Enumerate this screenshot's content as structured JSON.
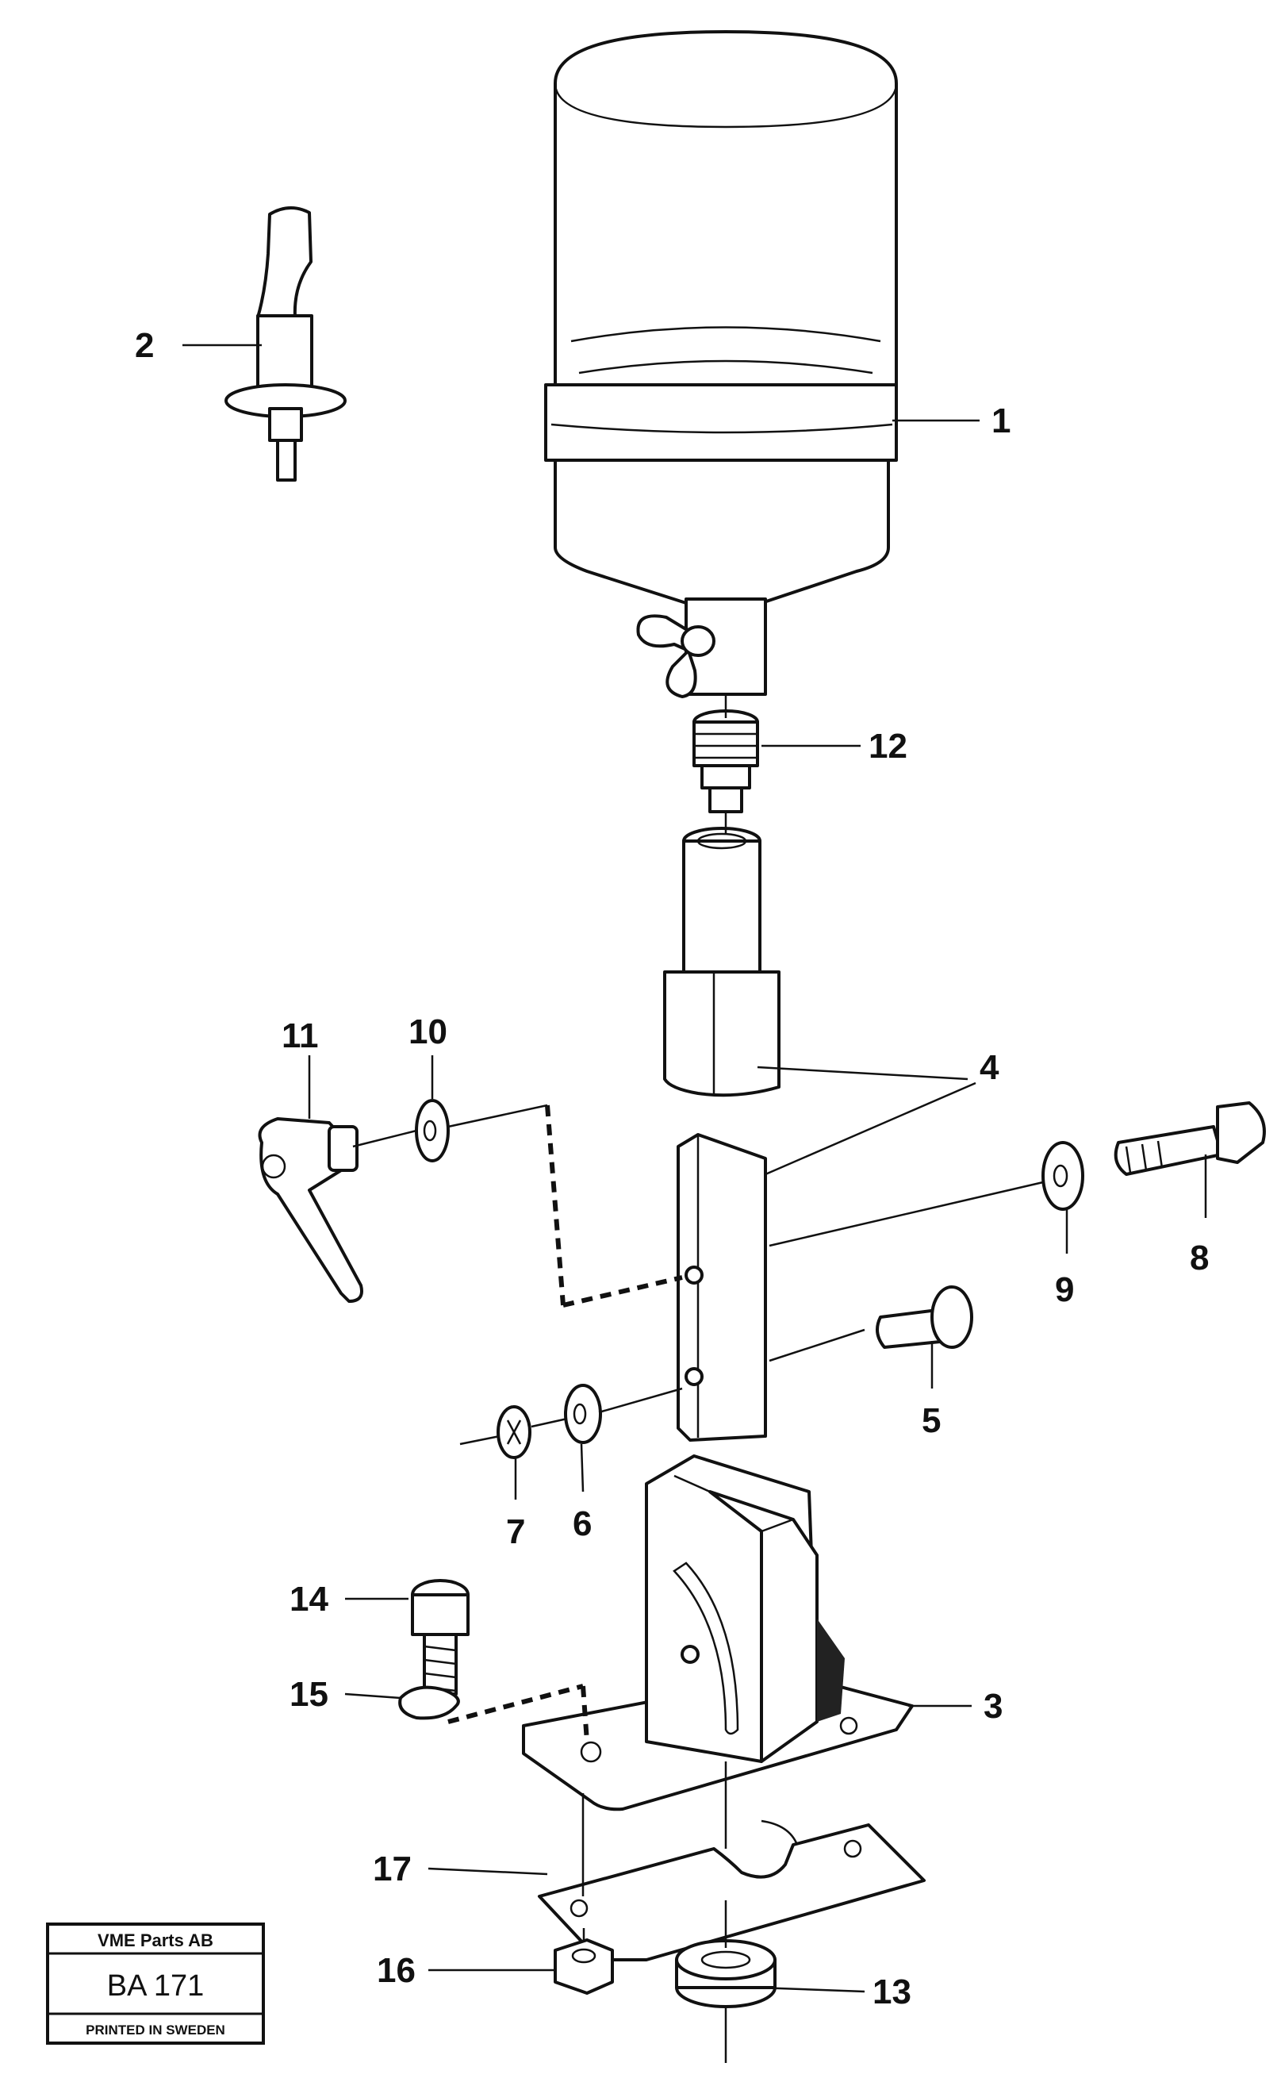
{
  "callouts": {
    "c1": "1",
    "c2": "2",
    "c3": "3",
    "c4": "4",
    "c5": "5",
    "c6": "6",
    "c7": "7",
    "c8": "8",
    "c9": "9",
    "c10": "10",
    "c11": "11",
    "c12": "12",
    "c13": "13",
    "c14": "14",
    "c15": "15",
    "c16": "16",
    "c17": "17"
  },
  "title_block": {
    "company": "VME Parts AB",
    "code": "BA 171",
    "footer": "PRINTED IN SWEDEN"
  }
}
